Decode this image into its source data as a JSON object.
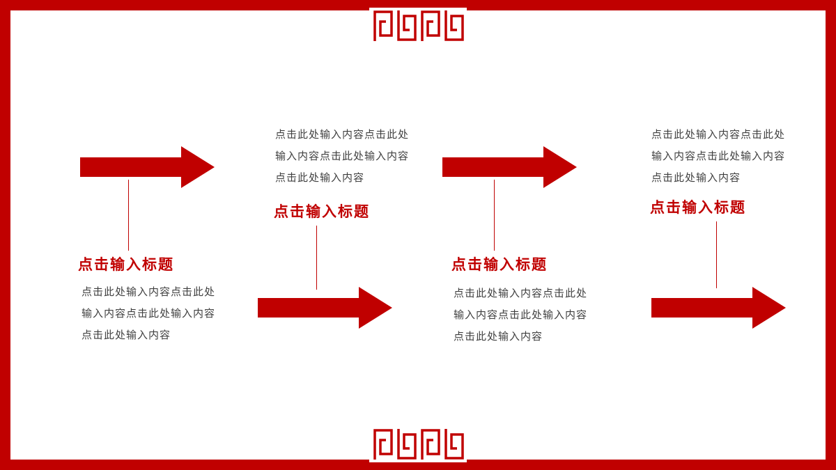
{
  "slide": {
    "accent_color": "#C00000",
    "text_color": "#3F3F3F"
  },
  "groups": [
    {
      "title": "点击输入标题",
      "body_lines": [
        "点击此处输入内容点击此处",
        "输入内容点击此处输入内容",
        "点击此处输入内容"
      ]
    },
    {
      "title": "点击输入标题",
      "body_lines": [
        "点击此处输入内容点击此处",
        "输入内容点击此处输入内容",
        "点击此处输入内容"
      ]
    },
    {
      "title": "点击输入标题",
      "body_lines": [
        "点击此处输入内容点击此处",
        "输入内容点击此处输入内容",
        "点击此处输入内容"
      ]
    },
    {
      "title": "点击输入标题",
      "body_lines": [
        "点击此处输入内容点击此处",
        "输入内容点击此处输入内容",
        "点击此处输入内容"
      ]
    }
  ]
}
